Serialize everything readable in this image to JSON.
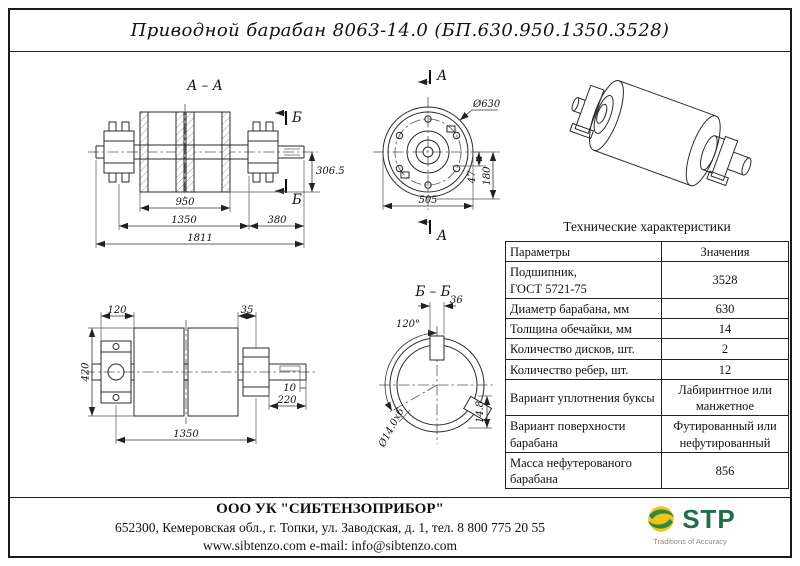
{
  "title": "Приводной барабан 8063-14.0 (БП.630.950.1350.3528)",
  "views": {
    "section_aa": {
      "label": "А – А",
      "cut_label": "Б",
      "dims": {
        "d950": "950",
        "d1350": "1350",
        "d380": "380",
        "d1811": "1811",
        "d306_5": "306.5"
      }
    },
    "front": {
      "cut_label": "А",
      "dims": {
        "dia": "Ø630",
        "d505": "505",
        "d47": "47",
        "d180": "180"
      }
    },
    "side": {
      "dims": {
        "d120": "120",
        "d35": "35",
        "d420": "420",
        "d10": "10",
        "d220": "220",
        "d1350": "1350"
      }
    },
    "section_bb": {
      "label": "Б – Б",
      "dims": {
        "d36": "36",
        "angle": "120°",
        "d14_8": "14.8",
        "shell": "Ø14.0х6"
      }
    }
  },
  "table": {
    "title": "Технические характеристики",
    "headers": [
      "Параметры",
      "Значения"
    ],
    "rows": [
      {
        "param": "Подшипник,\nГОСТ 5721-75",
        "value": "3528"
      },
      {
        "param": "Диаметр барабана, мм",
        "value": "630"
      },
      {
        "param": "Толщина обечайки, мм",
        "value": "14"
      },
      {
        "param": "Количество дисков, шт.",
        "value": "2"
      },
      {
        "param": "Количество ребер, шт.",
        "value": "12"
      },
      {
        "param": "Вариант уплотнения буксы",
        "value": "Лабиринтное или манжетное"
      },
      {
        "param": "Вариант поверхности барабана",
        "value": "Футированный или нефутированный"
      },
      {
        "param": "Масса нефутерованого барабана",
        "value": "856"
      }
    ]
  },
  "footer": {
    "company": "ООО УК \"СИБТЕНЗОПРИБОР\"",
    "address": "652300, Кемеровская обл., г. Топки, ул. Заводская, д. 1, тел. 8 800 775 20 55",
    "contacts": "www.sibtenzo.com e-mail: info@sibtenzo.com",
    "logo": {
      "text": "STP",
      "tagline": "Traditions of Accuracy",
      "green": "#2f8a3d",
      "yellow": "#f2c318",
      "letters_color": "#1e6e46"
    }
  }
}
